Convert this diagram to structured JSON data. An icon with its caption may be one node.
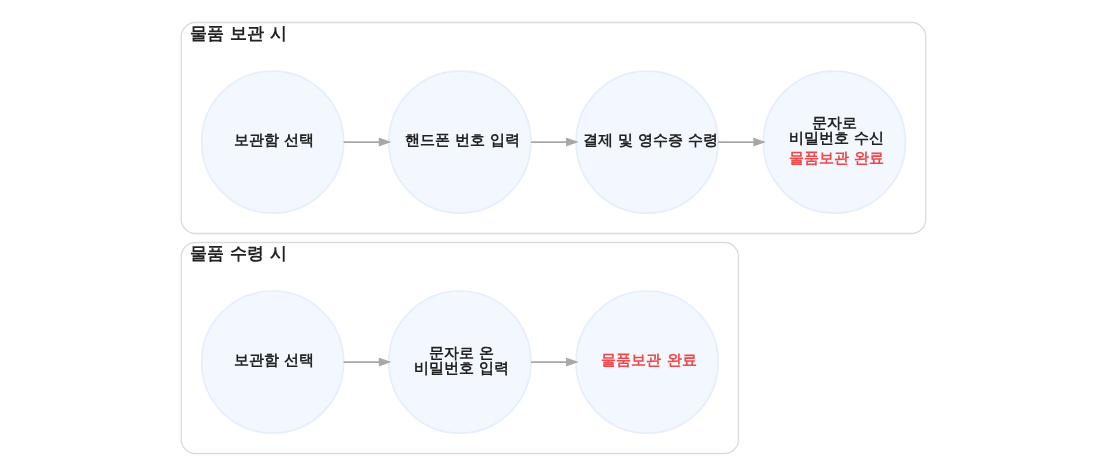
{
  "diagram": {
    "nodes": [
      {
        "text": [
          "물품 보관 시"
        ]
      },
      {
        "text": [
          "보관함 선택"
        ],
        "in": 0
      },
      {
        "text": [
          "핸드폰 번호 입력"
        ],
        "in": 0
      },
      {
        "text": [
          "결제 및 영수증 수령"
        ],
        "in": 0
      },
      {
        "text": [
          "문자로 비밀번호 수신",
          "물품보관 완료"
        ],
        "in": 0
      },
      {
        "text": [
          "물품 수령 시"
        ]
      },
      {
        "text": [
          "보관함 선택"
        ],
        "in": 5
      },
      {
        "text": [
          "문자로 온 비밀번호 입력"
        ],
        "in": 5
      },
      {
        "text": [
          "물품보관 완료"
        ],
        "in": 5
      }
    ],
    "edges": [
      {
        "from": 1,
        "to": 2,
        "arrow": "to"
      },
      {
        "from": 2,
        "to": 3,
        "arrow": "to"
      },
      {
        "from": 3,
        "to": 4,
        "arrow": "to"
      },
      {
        "from": 6,
        "to": 7,
        "arrow": "to"
      },
      {
        "from": 7,
        "to": 8,
        "arrow": "to"
      }
    ]
  }
}
